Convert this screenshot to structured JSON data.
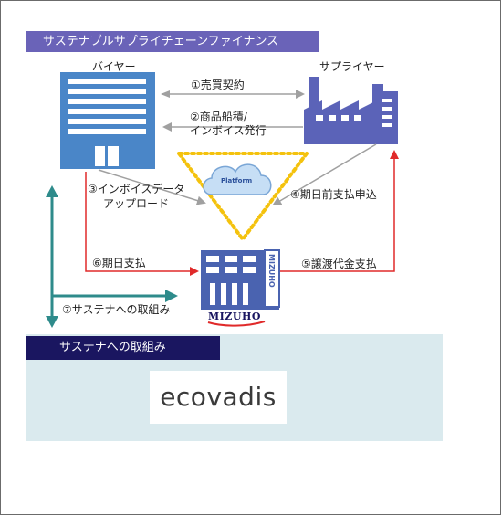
{
  "header": {
    "title": "サステナブルサプライチェーンファイナンス"
  },
  "actors": {
    "buyer": "バイヤー",
    "supplier": "サプライヤー",
    "platform": "Platform",
    "bank": "MIZUHO",
    "bank_vertical": "MIZUHO"
  },
  "flows": {
    "f1": "①売買契約",
    "f2_line1": "②商品船積/",
    "f2_line2": "インボイス発行",
    "f3_line1": "③インボイスデータ",
    "f3_line2": "アップロード",
    "f4": "④期日前支払申込",
    "f5": "⑤譲渡代金支払",
    "f6": "⑥期日支払",
    "f7": "⑦サステナへの取組み"
  },
  "sustainability": {
    "title": "サステナへの取組み",
    "logo_text": "ecovadis"
  },
  "colors": {
    "brand_purple": "#6a63b8",
    "navy": "#1a1660",
    "building_blue": "#4a86c8",
    "arrow_red": "#e02a2a",
    "arrow_teal": "#2e8b8b",
    "panel_bg": "#daeaee",
    "dotted_gold": "#f4c20d"
  }
}
